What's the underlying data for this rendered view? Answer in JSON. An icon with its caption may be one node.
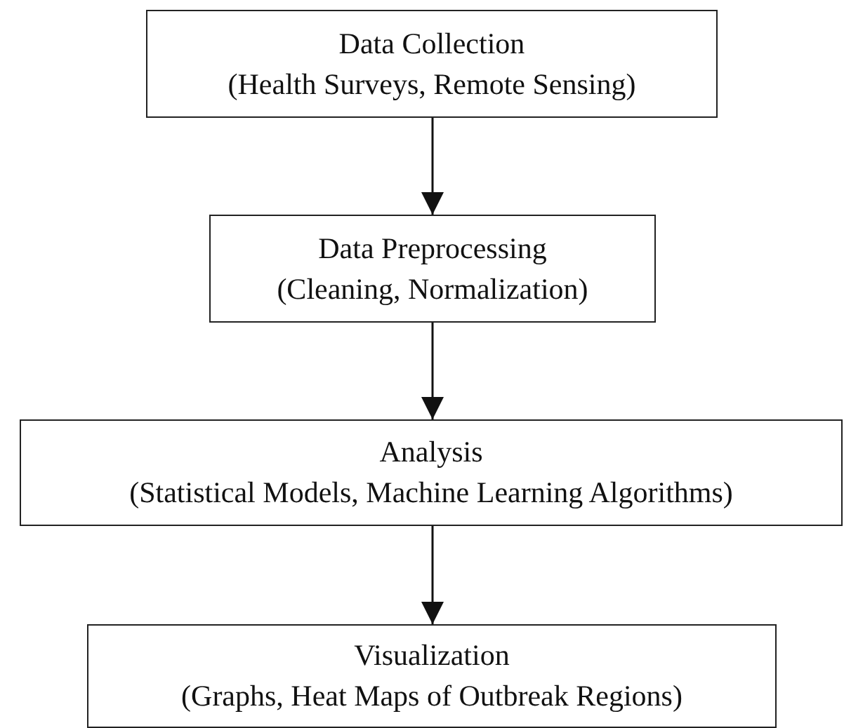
{
  "diagram": {
    "nodes": [
      {
        "text": [
          "Data Collection",
          "(Health Surveys, Remote Sensing)"
        ]
      },
      {
        "text": [
          "Data Preprocessing",
          "(Cleaning, Normalization)"
        ]
      },
      {
        "text": [
          "Analysis",
          "(Statistical Models, Machine Learning Algorithms)"
        ]
      },
      {
        "text": [
          "Visualization",
          "(Graphs, Heat Maps of Outbreak Regions)"
        ]
      }
    ],
    "edges": [
      {
        "from": 0,
        "to": 1,
        "arrow": "to"
      },
      {
        "from": 1,
        "to": 2,
        "arrow": "to"
      },
      {
        "from": 2,
        "to": 3,
        "arrow": "to"
      }
    ]
  }
}
